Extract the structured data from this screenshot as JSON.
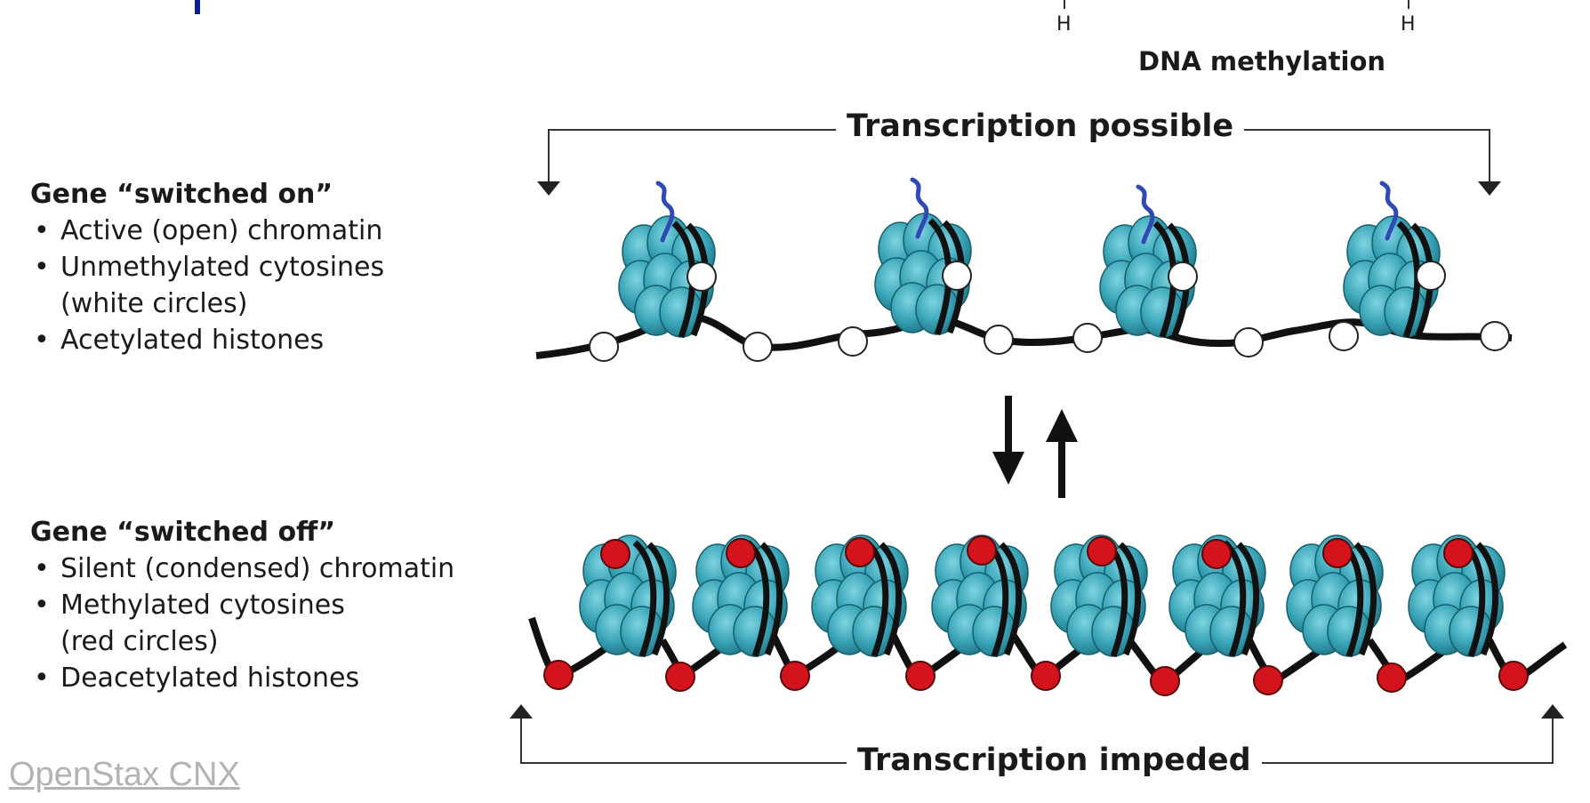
{
  "top_fragment": {
    "h_label_1": "H",
    "h_label_2": "H",
    "caption": "DNA methylation"
  },
  "switched_on": {
    "heading": "Gene “switched on”",
    "items": [
      "Active (open) chromatin",
      "Unmethylated cytosines",
      "(white circles)",
      "Acetylated histones"
    ]
  },
  "switched_off": {
    "heading": "Gene “switched off”",
    "items": [
      "Silent (condensed) chromatin",
      "Methylated cytosines",
      "(red circles)",
      "Deacetylated histones"
    ]
  },
  "bracket_top_label": "Transcription possible",
  "bracket_bottom_label": "Transcription impeded",
  "credit_link": "OpenStax CNX",
  "colors": {
    "histone": "#3aa6b8",
    "histone_dark": "#217d8c",
    "dna": "#111111",
    "acetyl_tail": "#2f49b5",
    "methyl": "#d4141c",
    "unmethyl": "#ffffff"
  }
}
